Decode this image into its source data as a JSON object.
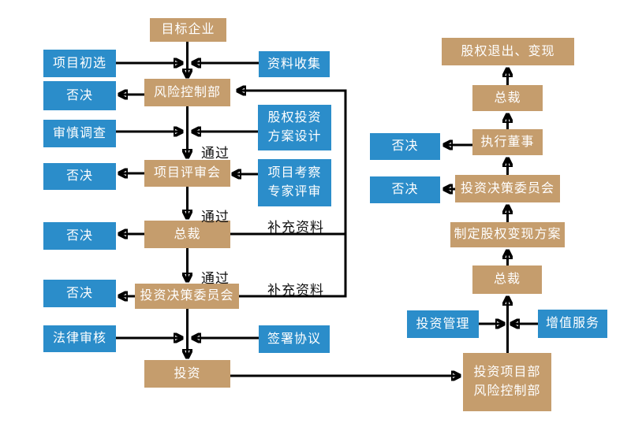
{
  "colors": {
    "process_fill": "#C59D6D",
    "side_fill": "#2B8DCA",
    "connector": "#000000",
    "text_on_box": "#FFFFFF",
    "label_text": "#111111",
    "background": "#FFFFFF"
  },
  "nodes": {
    "target_company": {
      "label": "目标企业"
    },
    "project_preselection": {
      "label": "项目初选"
    },
    "data_collection": {
      "label": "资料收集"
    },
    "risk_control_dept": {
      "label": "风险控制部"
    },
    "veto_risk": {
      "label": "否决"
    },
    "due_diligence": {
      "label": "审慎调查"
    },
    "equity_plan_design": {
      "line1": "股权投资",
      "line2": "方案设计"
    },
    "project_review_meeting": {
      "label": "项目评审会"
    },
    "veto_review": {
      "label": "否决"
    },
    "expert_review": {
      "line1": "项目考察",
      "line2": "专家评审"
    },
    "president_left": {
      "label": "总裁"
    },
    "veto_president": {
      "label": "否决"
    },
    "decision_committee_left": {
      "label": "投资决策委员会"
    },
    "veto_committee": {
      "label": "否决"
    },
    "legal_review": {
      "label": "法律审核"
    },
    "sign_agreement": {
      "label": "签署协议"
    },
    "investment": {
      "label": "投资"
    },
    "equity_exit": {
      "label": "股权退出、变现"
    },
    "president_top_right": {
      "label": "总裁"
    },
    "executive_director": {
      "label": "执行董事"
    },
    "veto_director": {
      "label": "否决"
    },
    "decision_committee_right": {
      "label": "投资决策委员会"
    },
    "veto_committee_right": {
      "label": "否决"
    },
    "equity_liquidation_plan": {
      "label": "制定股权变现方案"
    },
    "president_bottom_right": {
      "label": "总裁"
    },
    "investment_management": {
      "label": "投资管理"
    },
    "value_added_services": {
      "label": "增值服务"
    },
    "project_risk_dept": {
      "line1": "投资项目部",
      "line2": "风险控制部"
    }
  },
  "edge_labels": {
    "pass_review": "通过",
    "pass_president": "通过",
    "pass_committee": "通过",
    "supplement_president": "补充资料",
    "supplement_committee": "补充资料"
  }
}
